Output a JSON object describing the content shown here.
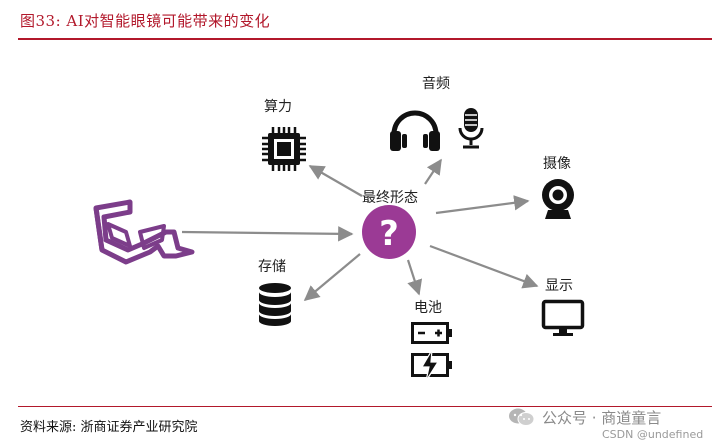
{
  "figure": {
    "title": "图33:   AI对智能眼镜可能带来的变化",
    "center_label": "最终形态",
    "center_glyph": "?",
    "nodes": {
      "compute": "算力",
      "audio": "音频",
      "camera": "摄像",
      "storage": "存储",
      "battery": "电池",
      "display": "显示"
    }
  },
  "footer": {
    "source": "资料来源:  浙商证券产业研究院",
    "wechat": "公众号 · 商道童言",
    "csdn": "CSDN @undefined"
  },
  "colors": {
    "title_red": "#b2182b",
    "center_purple": "#9b3a95",
    "glasses_purple": "#7c3d8a",
    "arrow_gray": "#8c8c8c",
    "icon_black": "#111111"
  },
  "icons": [
    "3d-glasses-icon",
    "question-mark-icon",
    "cpu-chip-icon",
    "headphones-icon",
    "microphone-icon",
    "webcam-icon",
    "database-icon",
    "battery-icon",
    "battery-charging-icon",
    "monitor-icon"
  ]
}
